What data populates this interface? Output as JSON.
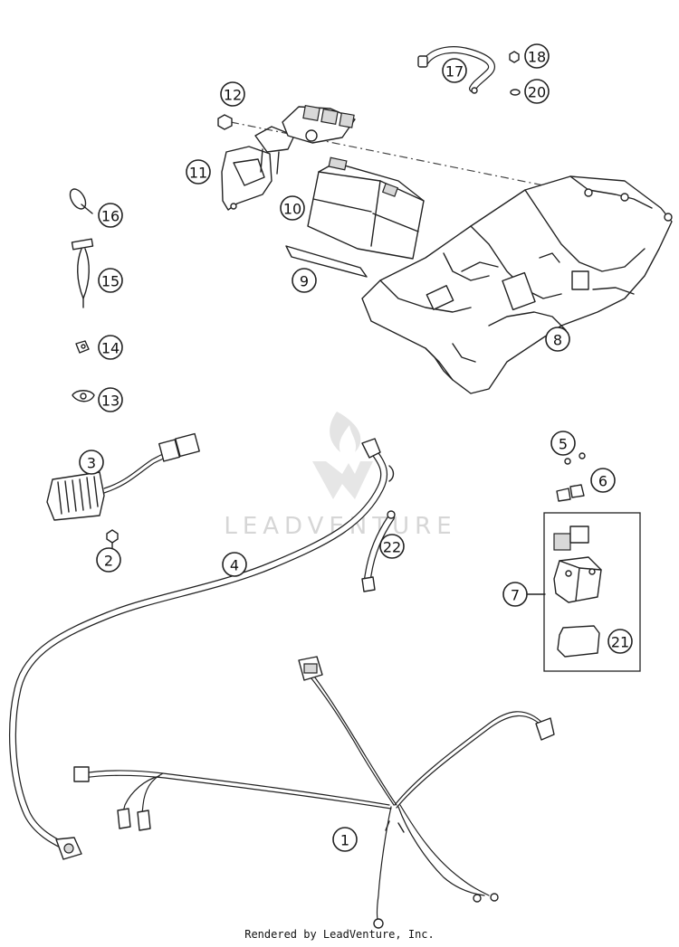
{
  "callouts": {
    "c1": "1",
    "c2": "2",
    "c3": "3",
    "c4": "4",
    "c5": "5",
    "c6": "6",
    "c7": "7",
    "c8": "8",
    "c9": "9",
    "c10": "10",
    "c11": "11",
    "c12": "12",
    "c13": "13",
    "c14": "14",
    "c15": "15",
    "c16": "16",
    "c17": "17",
    "c18": "18",
    "c20": "20",
    "c21": "21",
    "c22": "22"
  },
  "watermark": {
    "text": "LEADVENTURE"
  },
  "footer": {
    "text": "Rendered by LeadVenture, Inc."
  }
}
